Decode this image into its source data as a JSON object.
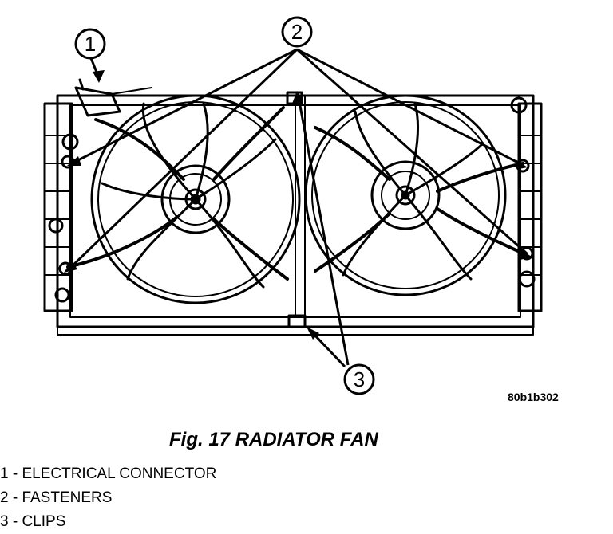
{
  "figure": {
    "code": "80b1b302",
    "caption": "Fig. 17 RADIATOR FAN"
  },
  "callouts": [
    {
      "number": "1"
    },
    {
      "number": "2"
    },
    {
      "number": "3"
    }
  ],
  "legend": [
    "1 - ELECTRICAL CONNECTOR",
    "2 - FASTENERS",
    "3 - CLIPS"
  ]
}
